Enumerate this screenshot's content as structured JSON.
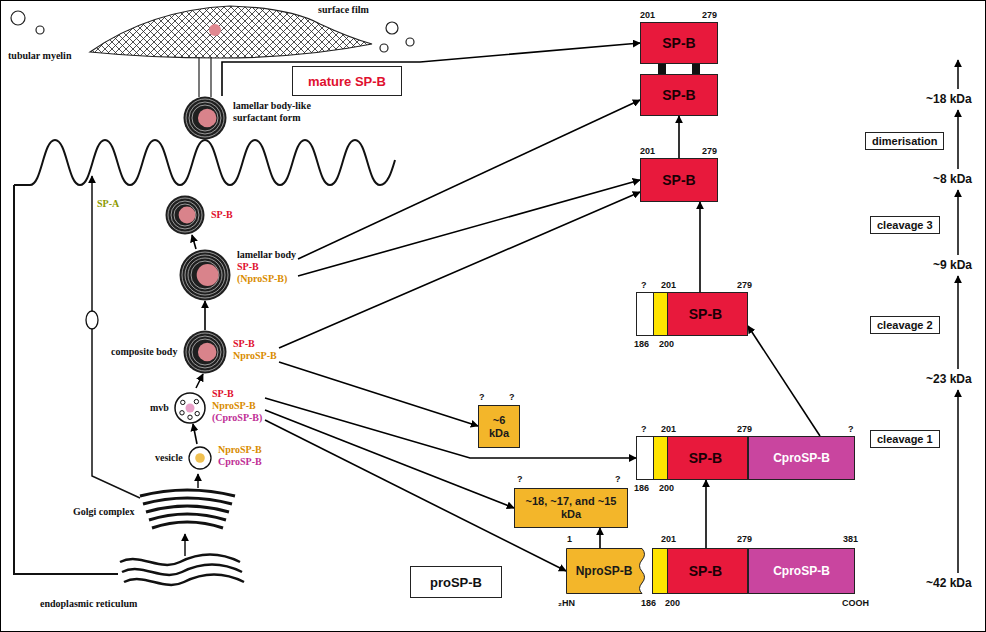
{
  "diagram": {
    "nodes": [
      {
        "text": [
          "lamellar body-like surfactant form"
        ]
      },
      {
        "text": [
          "mature SP-B"
        ]
      },
      {
        "text": [
          "SP-B"
        ]
      },
      {
        "text": [
          "SP-B"
        ]
      },
      {
        "text": [
          "SP-B"
        ]
      },
      {
        "text": [
          "SP-B"
        ]
      },
      {
        "text": [
          "lamellar body",
          "SP-B",
          "(NproSP-B)"
        ]
      },
      {
        "text": [
          "SP-B"
        ]
      },
      {
        "text": [
          "composite body",
          "SP-B",
          "NproSP-B"
        ]
      },
      {
        "text": [
          "~6 kDa"
        ]
      },
      {
        "text": [
          "mvb",
          "SP-B",
          "NproSP-B",
          "(CproSP-B)"
        ]
      },
      {
        "text": [
          "SP-B"
        ]
      },
      {
        "text": [
          "CproSP-B"
        ]
      },
      {
        "text": [
          "vesicle",
          "NproSP-B",
          "CproSP-B"
        ]
      },
      {
        "text": [
          "~18, ~17, and ~15 kDa"
        ]
      },
      {
        "text": [
          "NproSP-B"
        ]
      },
      {
        "text": [
          "SP-B"
        ]
      },
      {
        "text": [
          "CproSP-B"
        ]
      },
      {
        "text": [
          "proSP-B"
        ]
      },
      {
        "text": [
          "dimerisation"
        ]
      },
      {
        "text": [
          "cleavage 3"
        ]
      },
      {
        "text": [
          "cleavage 2"
        ]
      },
      {
        "text": [
          "cleavage 1"
        ]
      }
    ],
    "edges": [
      {
        "from": 0,
        "to": 2,
        "arrow": "to"
      },
      {
        "from": 6,
        "to": 3,
        "arrow": "to"
      },
      {
        "from": 6,
        "to": 5,
        "arrow": "to"
      },
      {
        "from": 8,
        "to": 5,
        "arrow": "to"
      },
      {
        "from": 8,
        "to": 9,
        "arrow": "to"
      },
      {
        "from": 10,
        "to": 14,
        "arrow": "to"
      },
      {
        "from": 10,
        "to": 11,
        "arrow": "to"
      },
      {
        "from": 10,
        "to": 15,
        "arrow": "to"
      },
      {
        "from": 15,
        "to": 14,
        "arrow": "to"
      },
      {
        "from": 16,
        "to": 11,
        "arrow": "to"
      },
      {
        "from": 12,
        "to": 7,
        "arrow": "to"
      },
      {
        "from": 7,
        "to": 5,
        "arrow": "to"
      },
      {
        "from": 5,
        "to": 3,
        "arrow": "to"
      },
      {
        "from": 13,
        "to": 10,
        "arrow": "to"
      },
      {
        "from": 10,
        "to": 8,
        "arrow": "to"
      },
      {
        "from": 8,
        "to": 6,
        "arrow": "to"
      },
      {
        "from": 6,
        "to": 4,
        "arrow": "to"
      }
    ],
    "labels": [
      "tubular myelin",
      "surface film",
      "SP-A",
      "Golgi complex",
      "endoplasmic reticulum",
      "201",
      "279",
      "~18 kDa",
      "201",
      "279",
      "~8 kDa",
      "?",
      "201",
      "279",
      "186",
      "200",
      "~9 kDa",
      "?",
      "?",
      "?",
      "201",
      "279",
      "?",
      "186",
      "200",
      "~23 kDa",
      "?",
      "?",
      "1",
      "201",
      "279",
      "381",
      "₂HN",
      "186",
      "200",
      "COOH",
      "~42 kDa"
    ]
  }
}
